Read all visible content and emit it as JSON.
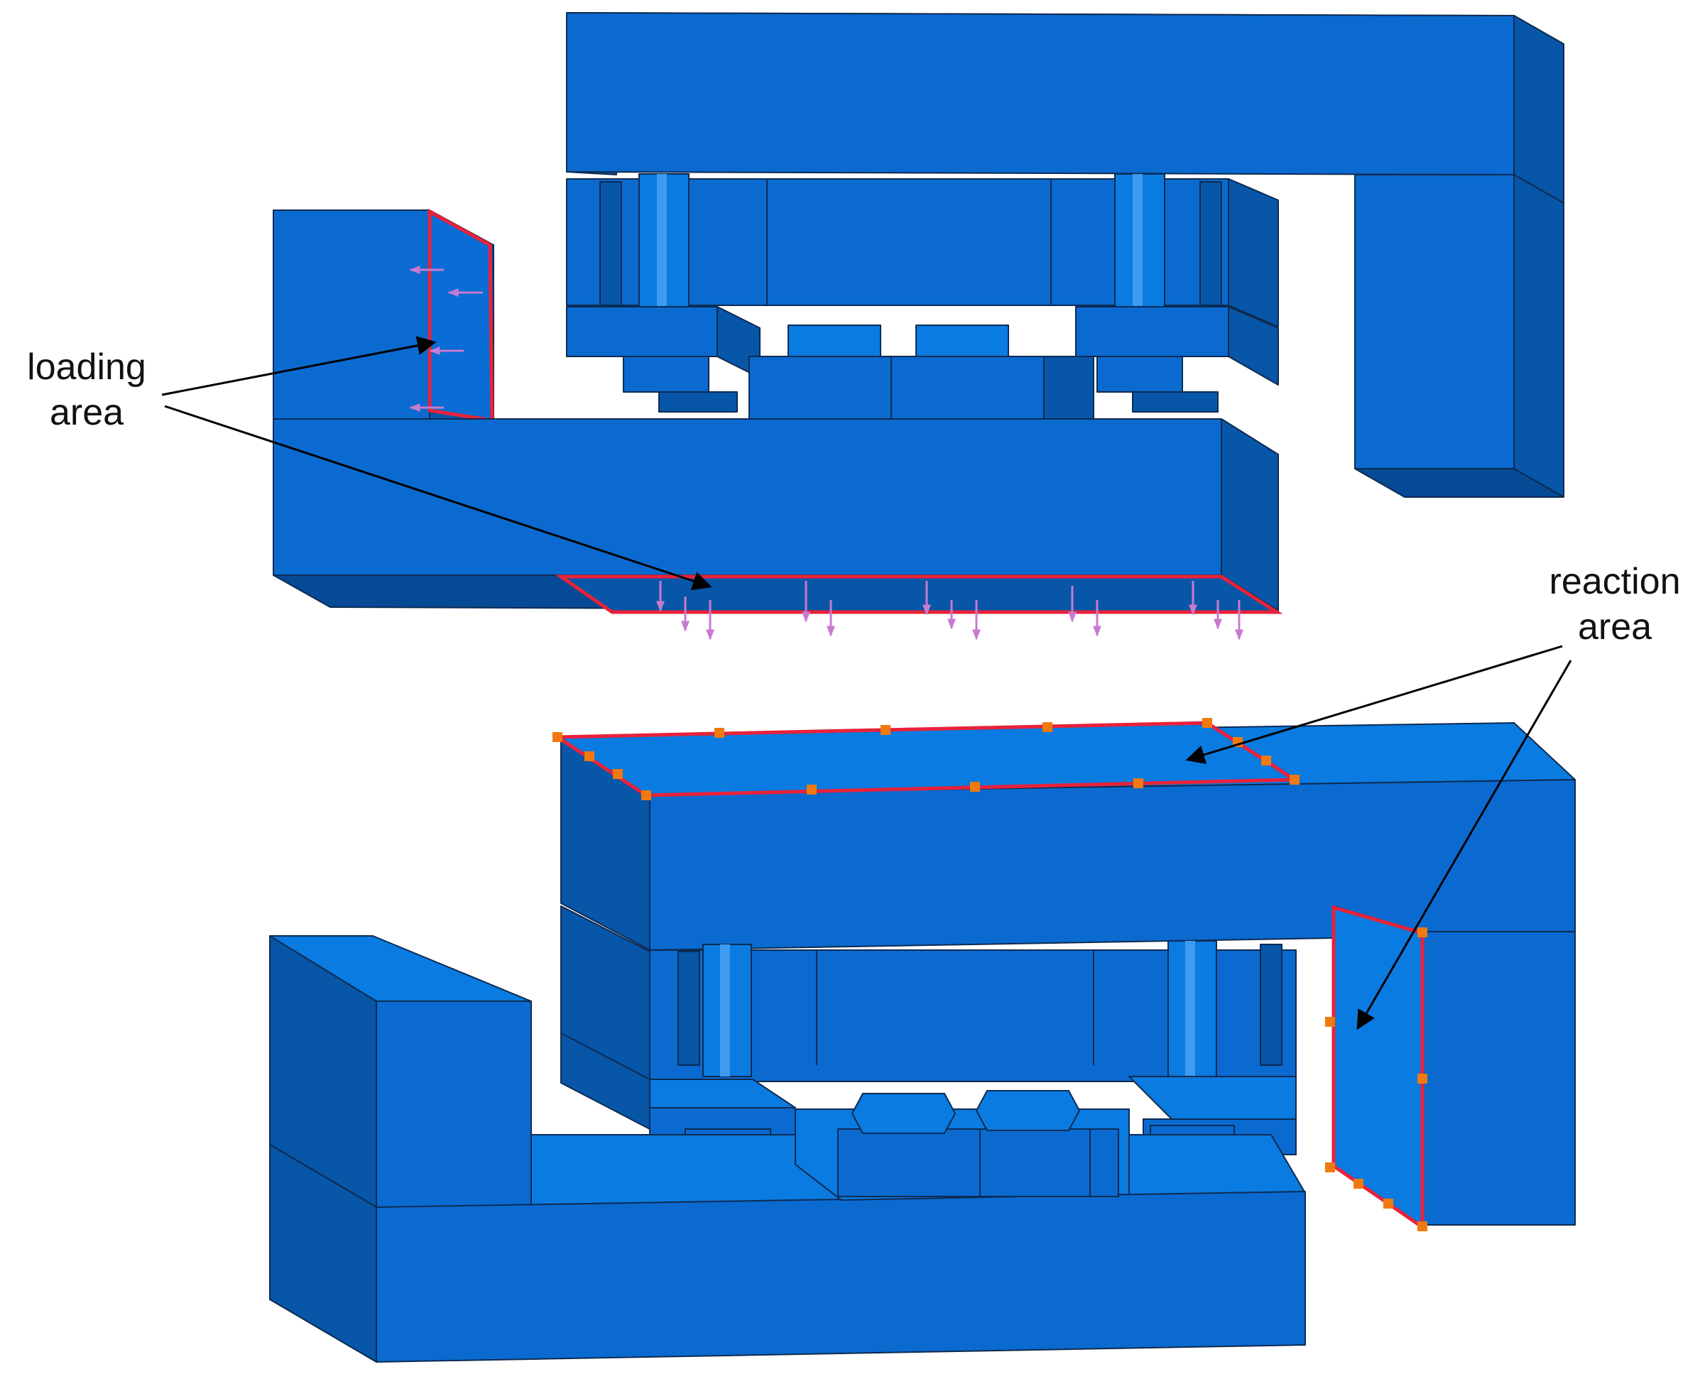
{
  "annotations": {
    "loading_line1": "loading",
    "loading_line2": "area",
    "reaction_line1": "reaction",
    "reaction_line2": "area"
  },
  "colors": {
    "face_top": "#0a7be0",
    "face_front": "#0b6ad0",
    "face_side": "#0756a8",
    "face_dark": "#064a95",
    "highlight": "#e8223a",
    "load_arrow": "#c87ad0",
    "constraint_marker": "#f07a10",
    "annotation_arrow": "#000000"
  }
}
